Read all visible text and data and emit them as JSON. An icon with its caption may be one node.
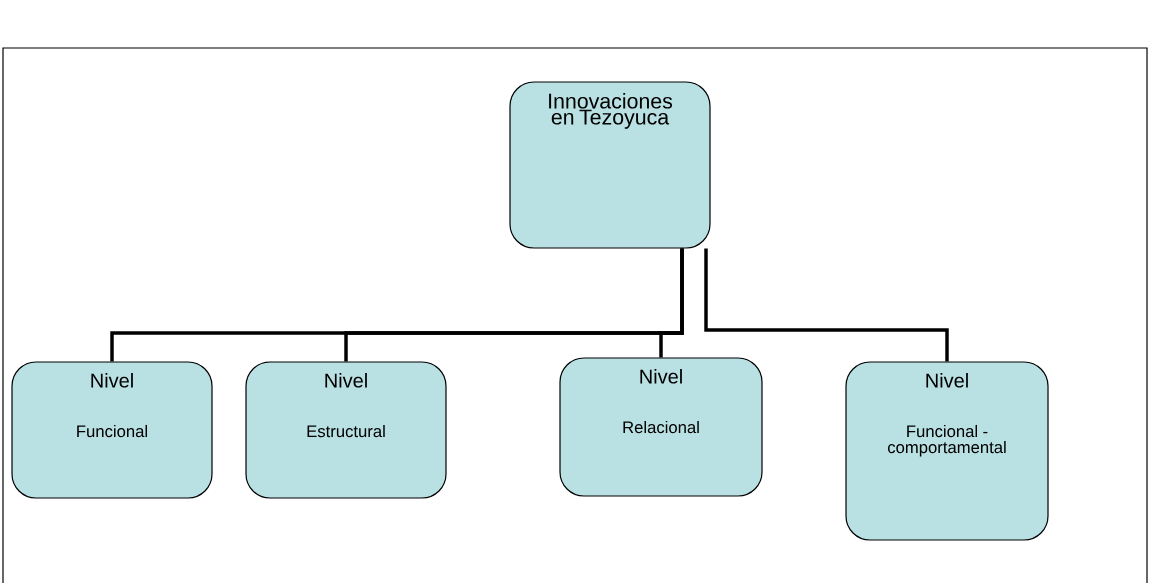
{
  "diagram": {
    "nodes": [
      {
        "text": [
          "Innovaciones en Tezoyuca"
        ]
      },
      {
        "text": [
          "Nivel",
          "Funcional"
        ]
      },
      {
        "text": [
          "Nivel",
          "Estructural"
        ]
      },
      {
        "text": [
          "Nivel",
          "Relacional"
        ]
      },
      {
        "text": [
          "Nivel",
          "Funcional - comportamental"
        ]
      }
    ],
    "edges": [
      {
        "from": 0,
        "to": 1,
        "arrow": "none"
      },
      {
        "from": 0,
        "to": 2,
        "arrow": "none"
      },
      {
        "from": 0,
        "to": 3,
        "arrow": "none"
      },
      {
        "from": 0,
        "to": 4,
        "arrow": "none"
      }
    ]
  }
}
